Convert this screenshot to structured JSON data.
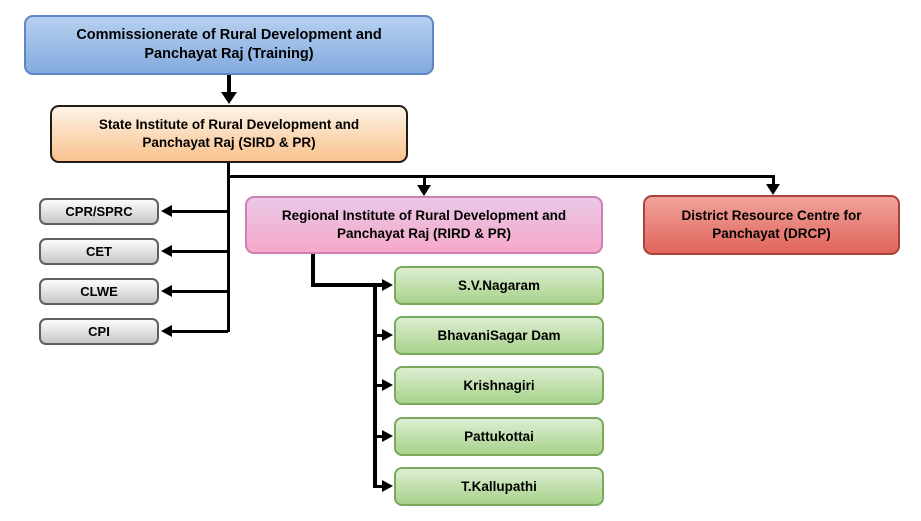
{
  "diagram": {
    "root": {
      "label": "Commissionerate of Rural Development and\nPanchayat Raj (Training)"
    },
    "sird": {
      "label": "State Institute of Rural Development and\nPanchayat Raj (SIRD & PR)"
    },
    "rird": {
      "label": "Regional Institute of Rural Development and\nPanchayat Raj (RIRD & PR)"
    },
    "drcp": {
      "label": "District Resource Centre for\nPanchayat (DRCP)"
    },
    "sird_centres": [
      {
        "label": "CPR/SPRC"
      },
      {
        "label": "CET"
      },
      {
        "label": "CLWE"
      },
      {
        "label": "CPI"
      }
    ],
    "rird_centres": [
      {
        "label": "S.V.Nagaram"
      },
      {
        "label": "BhavaniSagar Dam"
      },
      {
        "label": "Krishnagiri"
      },
      {
        "label": "Pattukottai"
      },
      {
        "label": "T.Kallupathi"
      }
    ]
  },
  "palette": {
    "blue": {
      "top": "#b6d0f0",
      "bottom": "#84aade",
      "border": "#5e86c2"
    },
    "orange": {
      "top": "#fdf3e6",
      "bottom": "#f9c28d",
      "border": "#221c14"
    },
    "pink": {
      "top": "#eac8e8",
      "bottom": "#f6a8c8",
      "border": "#cf7fb4"
    },
    "red": {
      "top": "#f0a39b",
      "bottom": "#e1655b",
      "border": "#a8423a"
    },
    "green": {
      "top": "#ddeed2",
      "bottom": "#a7d28b",
      "border": "#7aa95e"
    },
    "gray": {
      "top": "#fcfcfc",
      "bottom": "#c7c7c7",
      "border": "#5f5f5f"
    }
  },
  "connector_color": "#000000"
}
